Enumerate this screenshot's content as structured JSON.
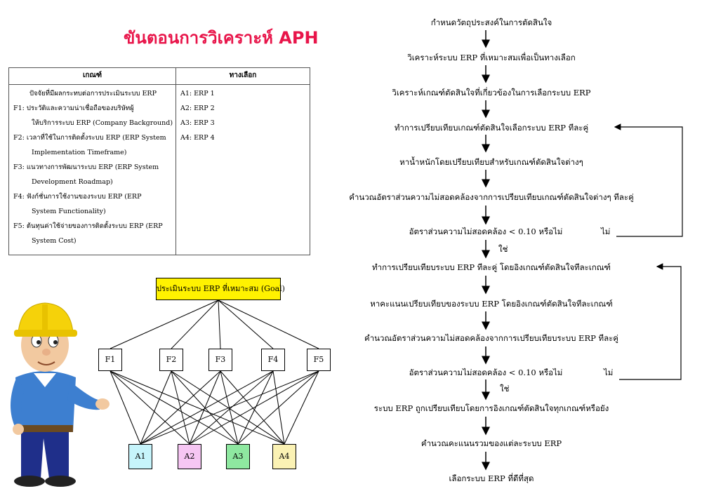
{
  "title": "ขันตอนการวิเคราะห์ APH",
  "criteria_table": {
    "header_criteria": "เกณฑ์",
    "header_alternatives": "ทางเลือก",
    "intro": "ปัจจัยที่มีผลกระทบต่อการประเมินระบบ ERP",
    "criteria": [
      {
        "line1": "F1:  ประวัติและความน่าเชื่อถือของบริษัทผู้",
        "line2": "ให้บริการระบบ ERP (Company Background)"
      },
      {
        "line1": "F2:  เวลาที่ใช้ในการติดตั้งระบบ ERP (ERP System",
        "line2": "Implementation Timeframe)"
      },
      {
        "line1": "F3:  แนวทางการพัฒนาระบบ ERP  (ERP  System",
        "line2": "Development Roadmap)"
      },
      {
        "line1": "F4:  ฟังก์ชั่นการใช้งานของระบบ ERP          (ERP",
        "line2": "System Functionality)"
      },
      {
        "line1": "F5:  ต้นทุนค่าใช้จ่ายของการติดตั้งระบบ ERP (ERP",
        "line2": "System Cost)"
      }
    ],
    "alternatives": [
      "A1: ERP 1",
      "A2: ERP 2",
      "A3: ERP 3",
      "A4: ERP 4"
    ]
  },
  "hierarchy": {
    "goal": "ประเมินระบบ ERP ที่เหมาะสม (Goal)",
    "criteria": [
      "F1",
      "F2",
      "F3",
      "F4",
      "F5"
    ],
    "alternatives": [
      {
        "label": "A1",
        "color": "#c6f4fb"
      },
      {
        "label": "A2",
        "color": "#f6c6f3"
      },
      {
        "label": "A3",
        "color": "#8ee8a0"
      },
      {
        "label": "A4",
        "color": "#fbf2b4"
      }
    ],
    "criteria_box_color": "#ffffff",
    "goal_color": "#fff200"
  },
  "flowchart": {
    "steps": [
      "กำหนดวัตถุประสงค์ในการตัดสินใจ",
      "วิเคราะห์ระบบ ERP ที่เหมาะสมเพื่อเป็นทางเลือก",
      "วิเคราะห์เกณฑ์ตัดสินใจที่เกี่ยวข้องในการเลือกระบบ ERP",
      "ทำการเปรียบเทียบเกณฑ์ตัดสินใจเลือกระบบ ERP ทีละคู่",
      "หาน้ำหนักโดยเปรียบเทียบสำหรับเกณฑ์ตัดสินใจต่างๆ",
      "คำนวณอัตราส่วนความไม่สอดคล้องจากการเปรียบเทียบเกณฑ์ตัดสินใจต่างๆ ทีละคู่",
      "อัตราส่วนความไม่สอดคล้อง < 0.10 หรือไม่",
      "ทำการเปรียบเทียบระบบ ERP ทีละคู่ โดยอิงเกณฑ์ตัดสินใจทีละเกณฑ์",
      "หาคะแนนเปรียบเทียบของระบบ ERP โดยอิงเกณฑ์ตัดสินใจทีละเกณฑ์",
      "คำนวณอัตราส่วนความไม่สอดคล้องจากการเปรียบเทียบระบบ ERP ทีละคู่",
      "อัตราส่วนความไม่สอดคล้อง < 0.10 หรือไม่",
      "ระบบ ERP ถูกเปรียบเทียบโดยการอิงเกณฑ์ตัดสินใจทุกเกณฑ์หรือยัง",
      "คำนวณคะแนนรวมของแต่ละระบบ ERP",
      "เลือกระบบ ERP ที่ดีที่สุด"
    ],
    "yes_label": "ใช่",
    "no_label": "ไม่"
  },
  "illustration": {
    "icon": "construction-worker-icon",
    "helmet_color": "#f5d20a",
    "shirt_color": "#3d7fd0",
    "pants_color": "#1f2f8a"
  }
}
